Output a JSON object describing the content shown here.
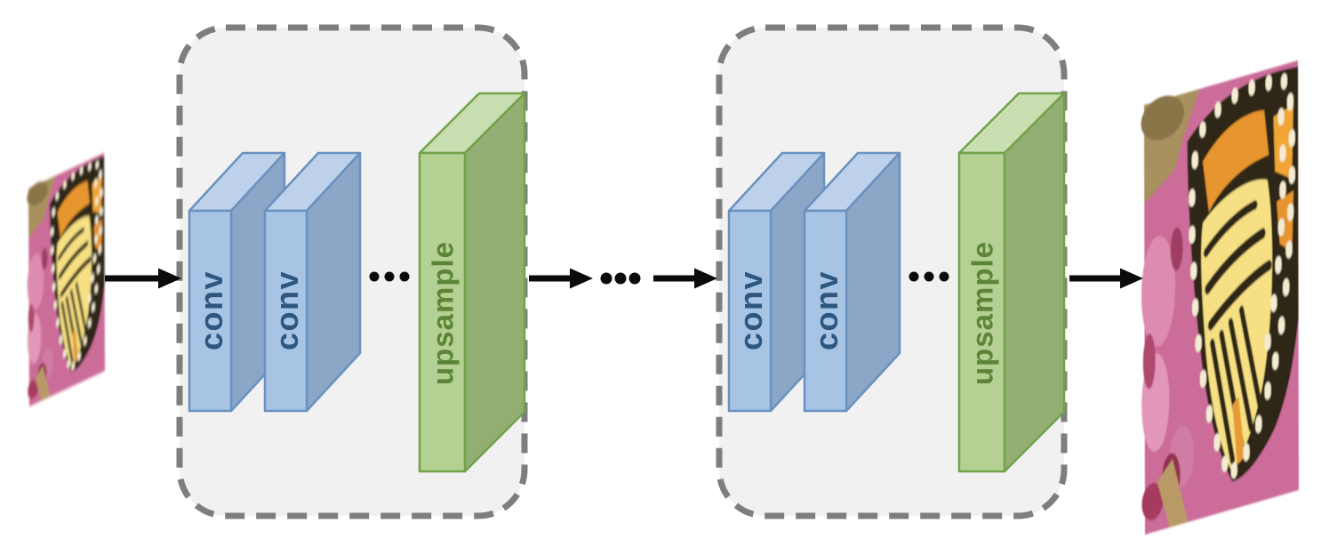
{
  "figure": {
    "type": "neural-network-architecture-diagram"
  },
  "modules": [
    {
      "name": "module-1",
      "blocks": [
        {
          "label": "conv"
        },
        {
          "label": "conv"
        }
      ],
      "inner_ellipsis": "•••",
      "upsample": {
        "label": "upsample"
      }
    },
    {
      "name": "module-2",
      "blocks": [
        {
          "label": "conv"
        },
        {
          "label": "conv"
        }
      ],
      "inner_ellipsis": "•••",
      "upsample": {
        "label": "upsample"
      }
    }
  ],
  "connector": {
    "ellipsis": "•••"
  },
  "images": {
    "input": {
      "name": "low-resolution-butterfly-photo"
    },
    "output": {
      "name": "high-resolution-butterfly-photo"
    }
  },
  "colors": {
    "background": "#ffffff",
    "module_fill": "#f1f1f1",
    "module_border": "#7e7e7e",
    "conv_front": "#a8c4e4",
    "conv_top": "#bdd2ea",
    "conv_side": "#8ba6c6",
    "conv_stroke": "#6a91bf",
    "conv_text": "#2d5680",
    "upsample_front": "#b4d093",
    "upsample_top": "#c9dfb2",
    "upsample_side": "#93ae72",
    "upsample_stroke": "#73a24a",
    "upsample_text": "#5c8537",
    "arrow": "#0b0b0b"
  }
}
